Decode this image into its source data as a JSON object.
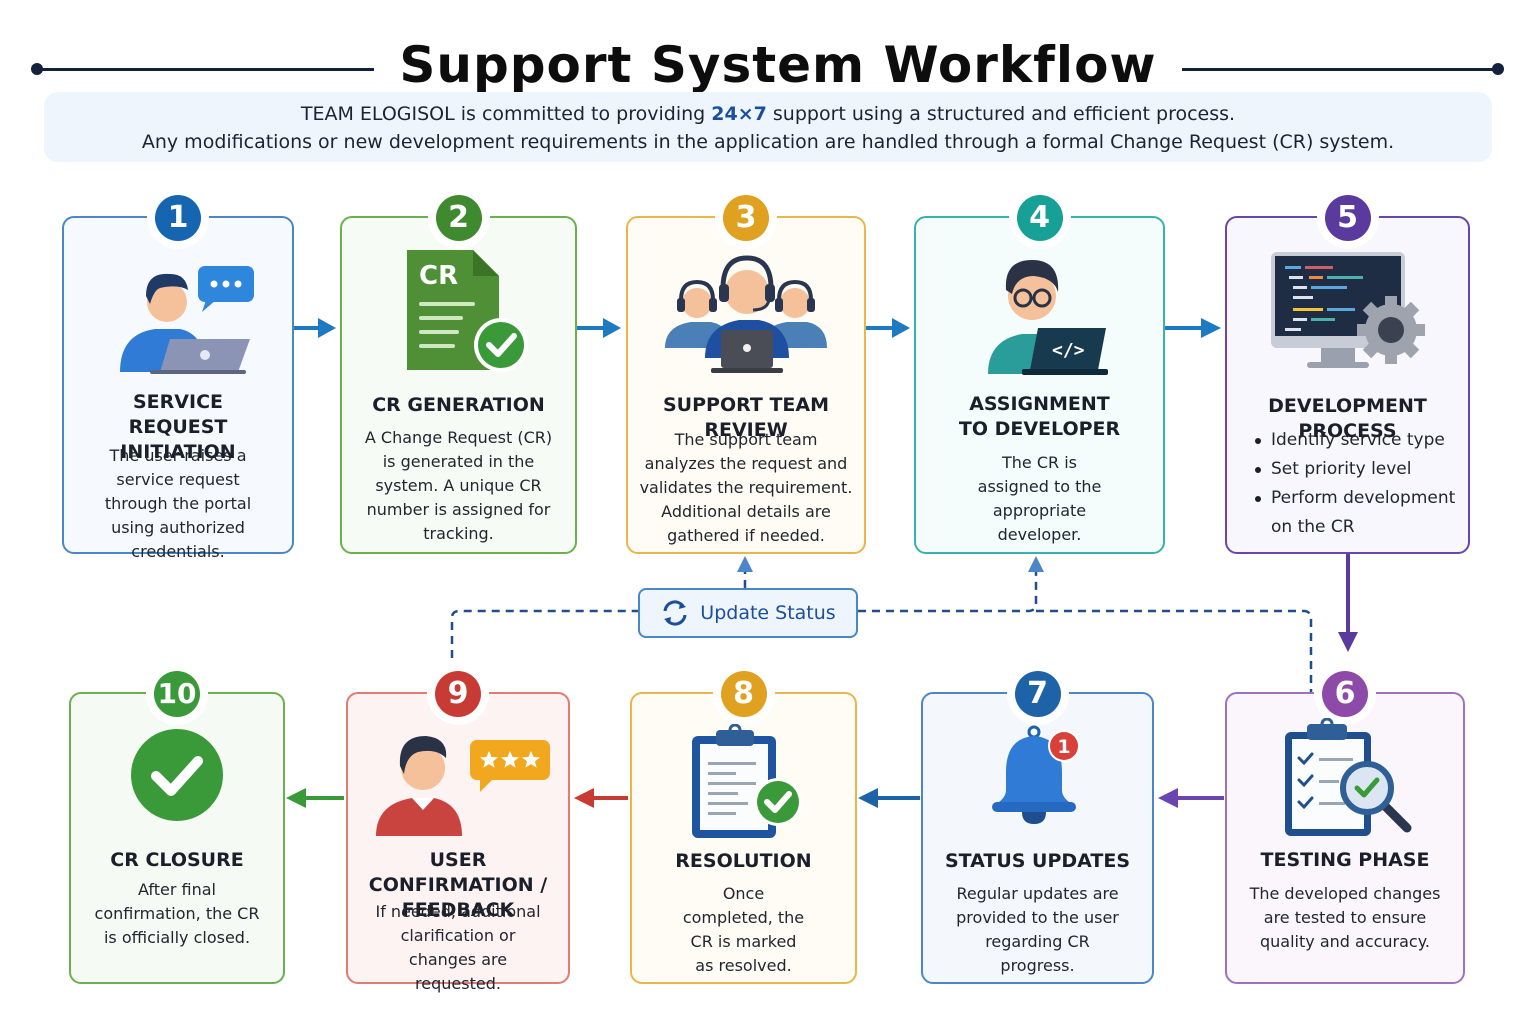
{
  "header": {
    "title": "Support System Workflow",
    "intro_line1_prefix": "TEAM ELOGISOL is committed to providing ",
    "intro_highlight": "24×7",
    "intro_line1_suffix": " support using a structured and efficient process.",
    "intro_line2": "Any modifications or new development requirements in the application are handled through a formal Change Request (CR) system."
  },
  "steps": [
    {
      "number": "1",
      "title": "SERVICE REQUEST INITIATION",
      "description": "The user raises a service request through the portal using authorized credentials.",
      "color": "#1565b0",
      "icon": "user-laptop-chat-icon"
    },
    {
      "number": "2",
      "title": "CR GENERATION",
      "description": "A Change Request (CR) is generated in the system. A unique CR number is assigned for tracking.",
      "color": "#3f8a2e",
      "icon": "cr-document-check-icon",
      "icon_label": "CR"
    },
    {
      "number": "3",
      "title": "SUPPORT TEAM REVIEW",
      "description": "The support team analyzes the request and validates the requirement. Additional details are gathered if needed.",
      "color": "#e0a020",
      "icon": "support-team-headset-icon"
    },
    {
      "number": "4",
      "title": "ASSIGNMENT TO DEVELOPER",
      "description": "The CR is assigned to the appropriate developer.",
      "color": "#16a096",
      "icon": "developer-laptop-icon",
      "icon_label": "</>"
    },
    {
      "number": "5",
      "title": "DEVELOPMENT PROCESS",
      "bullets": [
        "Identify service type",
        "Set priority level",
        "Perform development on the CR"
      ],
      "color": "#5b3a9e",
      "icon": "monitor-code-gear-icon"
    },
    {
      "number": "6",
      "title": "TESTING PHASE",
      "description": "The developed changes are tested to ensure quality and accuracy.",
      "color": "#8e4aa8",
      "icon": "clipboard-magnifier-icon"
    },
    {
      "number": "7",
      "title": "STATUS UPDATES",
      "description": "Regular updates are provided to the user regarding CR progress.",
      "color": "#1e62a8",
      "icon": "notification-bell-icon",
      "icon_badge": "1"
    },
    {
      "number": "8",
      "title": "RESOLUTION",
      "description": "Once completed, the CR is marked as resolved.",
      "color": "#e0a020",
      "icon": "clipboard-check-icon"
    },
    {
      "number": "9",
      "title": "USER CONFIRMATION / FEEDBACK",
      "description": "If needed, additional clarification or changes are requested.",
      "color": "#c83a34",
      "icon": "user-rating-icon"
    },
    {
      "number": "10",
      "title": "CR CLOSURE",
      "description": "After final confirmation, the CR is officially closed.",
      "color": "#3a9a3a",
      "icon": "check-circle-icon"
    }
  ],
  "update_status": {
    "label": "Update Status",
    "icon": "refresh-icon"
  }
}
